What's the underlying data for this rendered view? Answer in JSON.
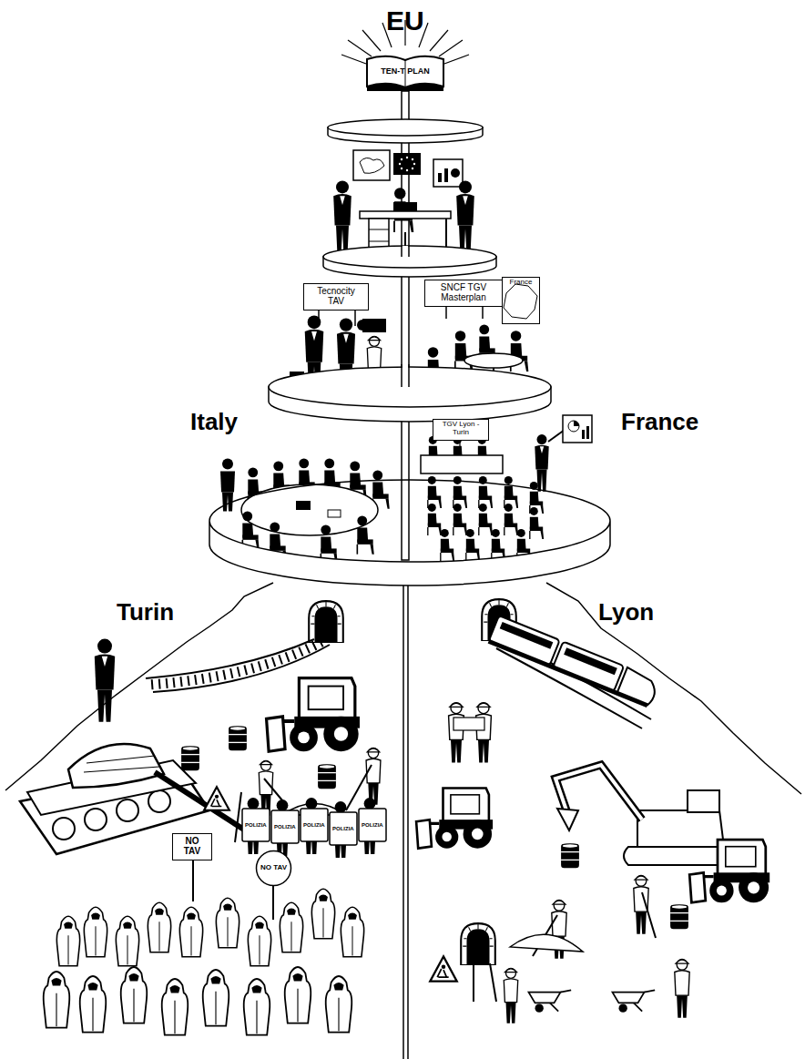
{
  "diagram": {
    "nodes": [
      {
        "text": [
          "TEN-T PLAN"
        ]
      },
      {
        "text": [
          "Tecnocity TAV"
        ]
      },
      {
        "text": [
          "SNCF TGV Masterplan"
        ]
      },
      {
        "text": [
          "France"
        ]
      },
      {
        "text": [
          "TGV Lyon - Turin"
        ]
      },
      {
        "text": [
          "NO TAV"
        ]
      },
      {
        "text": [
          "NO TAV"
        ]
      }
    ],
    "labels": [
      "EU",
      "Italy",
      "France",
      "Turin",
      "Lyon",
      "POLIZIA",
      "POLIZIA",
      "POLIZIA",
      "POLIZIA",
      "POLIZIA"
    ]
  }
}
